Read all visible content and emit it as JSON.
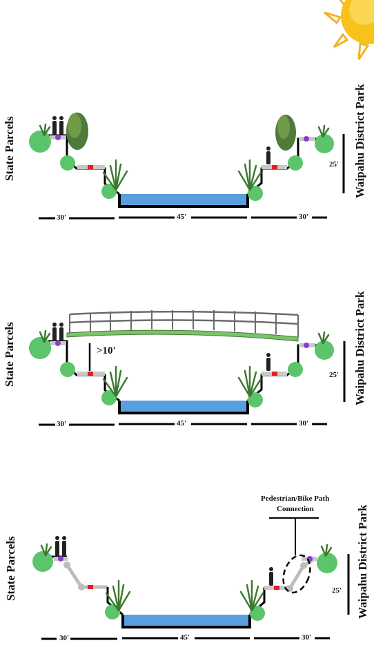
{
  "colors": {
    "water": "#5a9fdd",
    "grass": "#5cc46a",
    "bridge_deck": "#79c46a",
    "rail": "#6b6b6b",
    "path": "#c8c8c8",
    "marker_red": "#e02020",
    "marker_purple": "#8a3bd1",
    "sun": "#f7c21a"
  },
  "sun": {
    "icon": "sun-icon"
  },
  "sections": [
    {
      "left_label": "State Parcels",
      "right_label": "Waipahu District Park",
      "dims": {
        "left": "30'",
        "center": "45'",
        "right": "30'",
        "height": "25'"
      }
    },
    {
      "left_label": "State Parcels",
      "right_label": "Waipahu District Park",
      "dims": {
        "left": "30'",
        "center": "45'",
        "right": "30'",
        "height": "25'"
      },
      "clearance": ">10'"
    },
    {
      "left_label": "State Parcels",
      "right_label": "Waipahu District Park",
      "dims": {
        "left": "30'",
        "center": "45'",
        "right": "30'",
        "height": "25'"
      },
      "callout": {
        "line1": "Pedestrian/Bike Path",
        "line2": "Connection"
      }
    }
  ]
}
